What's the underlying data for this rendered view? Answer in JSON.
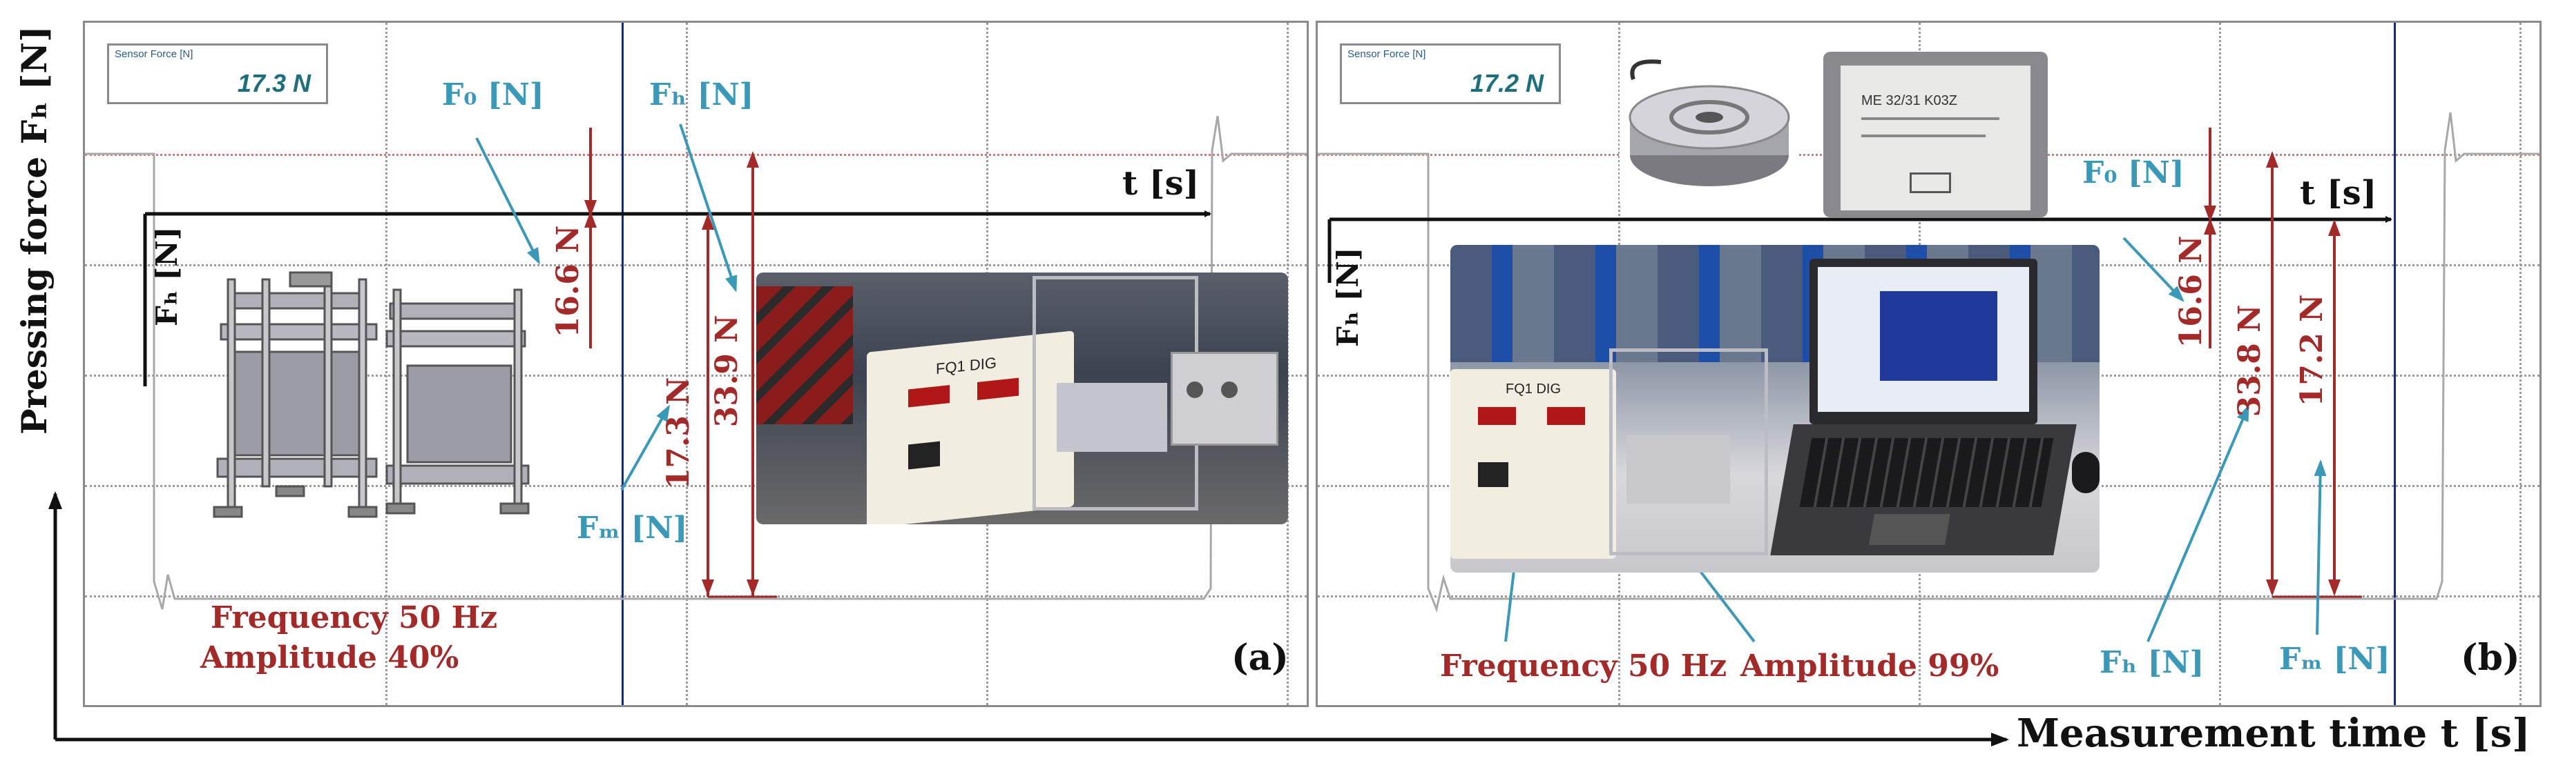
{
  "axes": {
    "y_label": "Pressing force Fₕ [N]",
    "x_label": "Measurement time t [s]"
  },
  "panel_a": {
    "tag": "(a)",
    "sensor_label": "Sensor Force [N]",
    "sensor_value": "17.3 N",
    "t_label": "t [s]",
    "fh_axis_label": "Fₕ [N]",
    "f0_label": "F₀ [N]",
    "fh_label": "Fₕ [N]",
    "fm_label": "Fₘ [N]",
    "f0_value": "16.6 N",
    "fm_value": "17.3 N",
    "fh_value": "33.9 N",
    "frequency": "Frequency 50 Hz",
    "amplitude": "Amplitude 40%",
    "device_title": "FQ1 DIG"
  },
  "panel_b": {
    "tag": "(b)",
    "sensor_label": "Sensor Force [N]",
    "sensor_value": "17.2 N",
    "t_label": "t [s]",
    "fh_axis_label": "Fₕ [N]",
    "f0_label": "F₀ [N]",
    "fh_label": "Fₕ [N]",
    "fm_label": "Fₘ [N]",
    "f0_value": "16.6 N",
    "fh_value": "33.8 N",
    "fm_value": "17.2 N",
    "frequency": "Frequency 50 Hz",
    "amplitude": "Amplitude 99%",
    "device_title": "FQ1 DIG",
    "plate_text": "ME 32/31 K03Z"
  },
  "colors": {
    "blue": "#3a98b8",
    "red": "#a42a2a",
    "trace": "#a8a8a8"
  }
}
